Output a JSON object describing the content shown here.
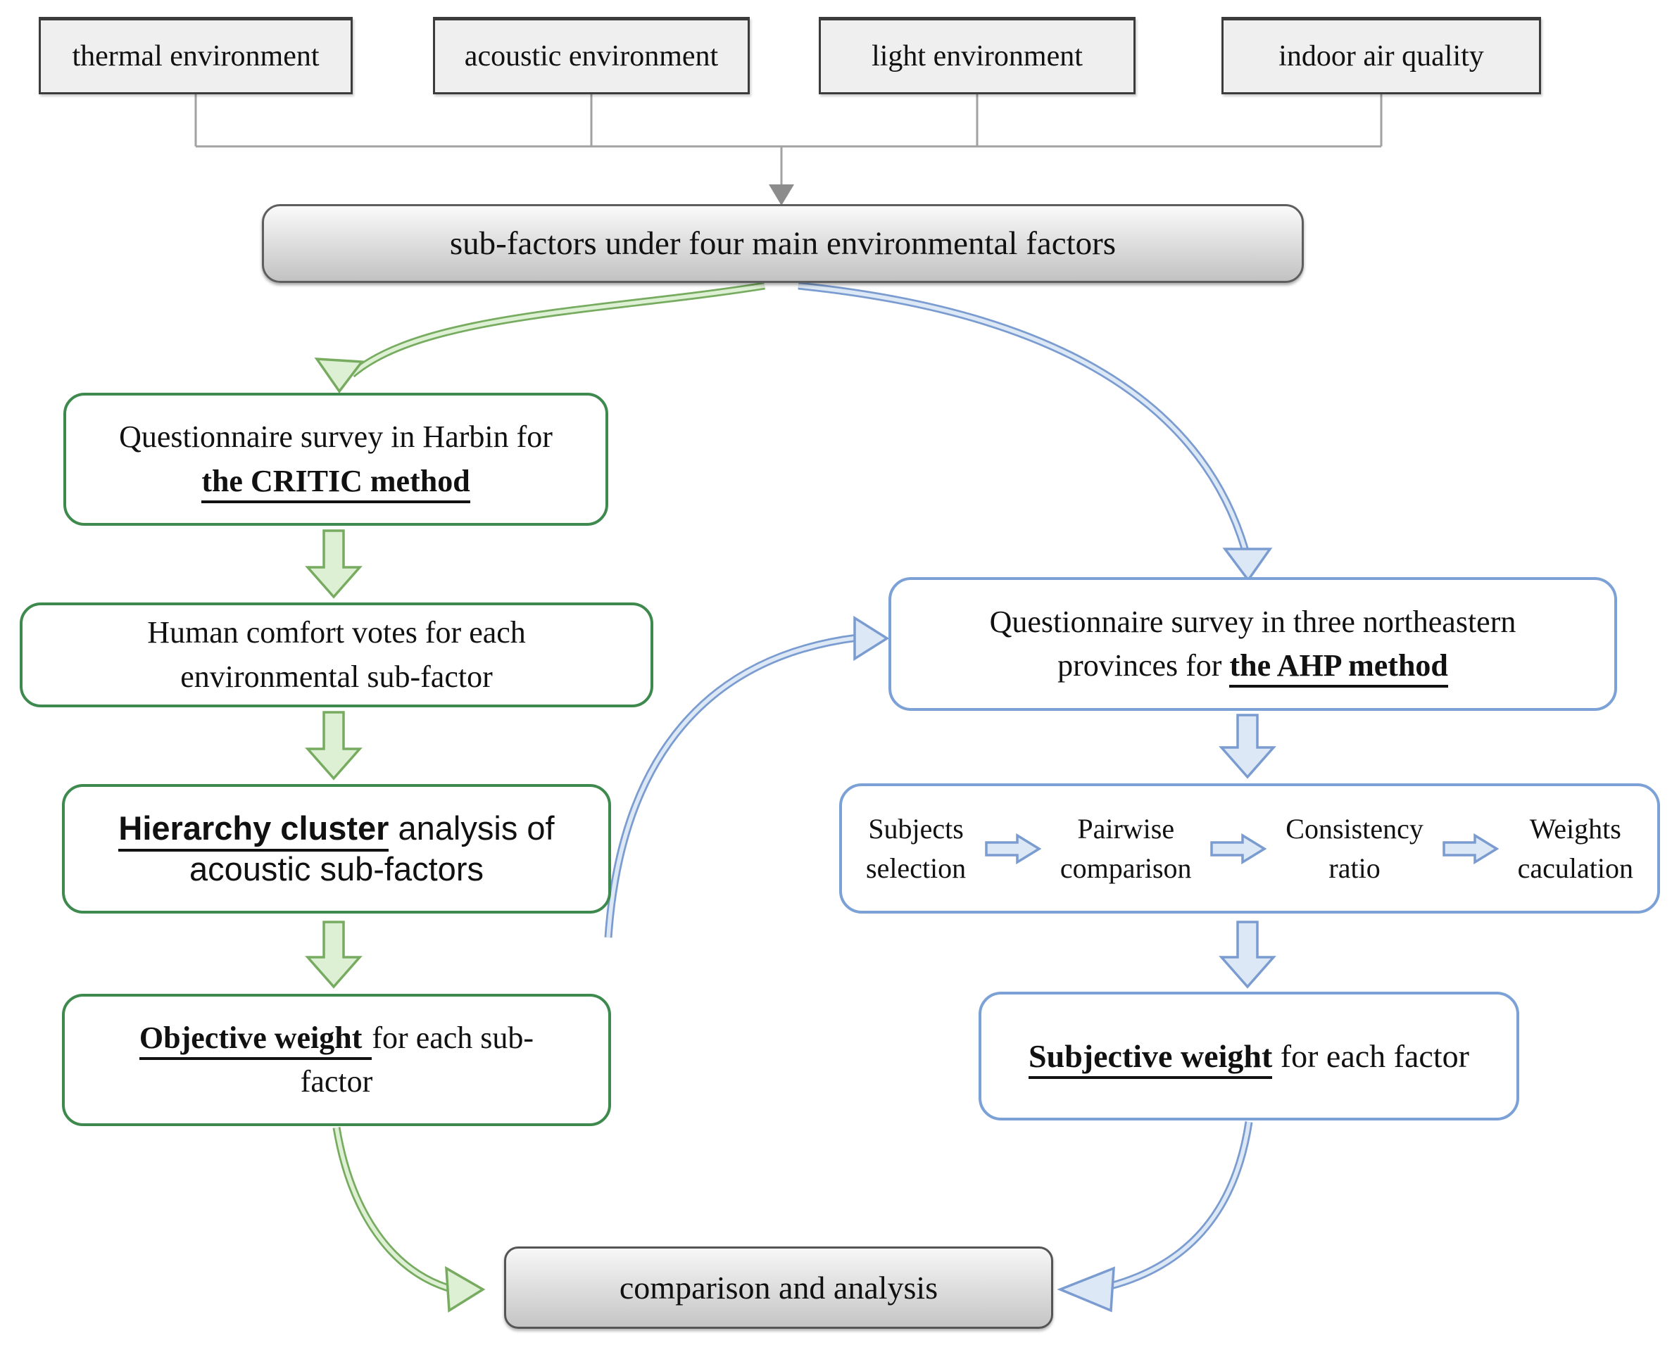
{
  "diagram": {
    "top_factors": [
      {
        "label": "thermal environment"
      },
      {
        "label": "acoustic environment"
      },
      {
        "label": "light environment"
      },
      {
        "label": "indoor air quality"
      }
    ],
    "hub": {
      "label": "sub-factors under four main environmental factors"
    },
    "critic_branch": {
      "survey": {
        "line1": "Questionnaire survey in Harbin for",
        "line2_emphasis": "the CRITIC method"
      },
      "votes": {
        "line1": "Human comfort votes for each",
        "line2": "environmental sub-factor"
      },
      "cluster": {
        "line1_emphasis": "Hierarchy cluster",
        "line1_rest": " analysis of",
        "line2": "acoustic sub-factors"
      },
      "objective": {
        "line1_emphasis": "Objective weight",
        "line1_rest": "for each sub-",
        "line2": "factor"
      }
    },
    "ahp_branch": {
      "survey": {
        "line1": "Questionnaire survey in three northeastern",
        "line2_prefix": "provinces for ",
        "line2_emphasis": "the AHP method"
      },
      "steps": [
        {
          "line1": "Subjects",
          "line2": "selection"
        },
        {
          "line1": "Pairwise",
          "line2": "comparison"
        },
        {
          "line1": "Consistency",
          "line2": "ratio"
        },
        {
          "line1": "Weights",
          "line2": "caculation"
        }
      ],
      "subjective": {
        "emphasis": "Subjective weight",
        "rest": " for each factor"
      }
    },
    "result": {
      "label": "comparison and analysis"
    },
    "edges": [
      {
        "from": "thermal-environment",
        "to": "sub-factors-hub",
        "style": "line",
        "color": "gray"
      },
      {
        "from": "acoustic-environment",
        "to": "sub-factors-hub",
        "style": "line",
        "color": "gray"
      },
      {
        "from": "light-environment",
        "to": "sub-factors-hub",
        "style": "line",
        "color": "gray"
      },
      {
        "from": "indoor-air-quality",
        "to": "sub-factors-hub",
        "style": "line",
        "color": "gray"
      },
      {
        "from": "sub-factors-hub",
        "to": "critic-survey",
        "style": "curved-arrow",
        "color": "green"
      },
      {
        "from": "critic-survey",
        "to": "comfort-votes",
        "style": "block-arrow",
        "color": "green"
      },
      {
        "from": "comfort-votes",
        "to": "hierarchy-cluster",
        "style": "block-arrow",
        "color": "green"
      },
      {
        "from": "hierarchy-cluster",
        "to": "objective-weight",
        "style": "block-arrow",
        "color": "green"
      },
      {
        "from": "objective-weight",
        "to": "comparison-analysis",
        "style": "curved-arrow",
        "color": "green"
      },
      {
        "from": "sub-factors-hub",
        "to": "ahp-survey",
        "style": "curved-arrow",
        "color": "blue"
      },
      {
        "from": "hierarchy-cluster",
        "to": "ahp-survey",
        "style": "curved-arrow",
        "color": "blue"
      },
      {
        "from": "ahp-survey",
        "to": "ahp-steps",
        "style": "block-arrow",
        "color": "blue"
      },
      {
        "from": "subjects-selection",
        "to": "pairwise-comparison",
        "style": "small-arrow",
        "color": "blue"
      },
      {
        "from": "pairwise-comparison",
        "to": "consistency-ratio",
        "style": "small-arrow",
        "color": "blue"
      },
      {
        "from": "consistency-ratio",
        "to": "weights-caculation",
        "style": "small-arrow",
        "color": "blue"
      },
      {
        "from": "ahp-steps",
        "to": "subjective-weight",
        "style": "block-arrow",
        "color": "blue"
      },
      {
        "from": "subjective-weight",
        "to": "comparison-analysis",
        "style": "curved-arrow",
        "color": "blue"
      }
    ],
    "colors": {
      "green_border": "#3e8a4e",
      "green_arrow_stroke": "#77ac60",
      "green_arrow_fill": "#def0d4",
      "blue_border": "#7ba1d6",
      "blue_arrow_stroke": "#7b9cd0",
      "blue_arrow_fill": "#dde8f6",
      "connector_gray": "#a2a2a2"
    }
  }
}
